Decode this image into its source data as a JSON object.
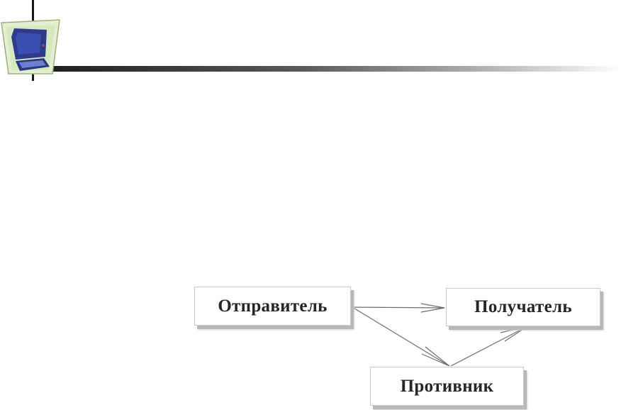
{
  "diagram": {
    "nodes": [
      {
        "id": "sender",
        "label": "Отправитель"
      },
      {
        "id": "receiver",
        "label": "Получатель"
      },
      {
        "id": "adversary",
        "label": "Противник"
      }
    ],
    "edges": [
      {
        "from": "sender",
        "to": "receiver"
      },
      {
        "from": "sender",
        "to": "adversary"
      },
      {
        "from": "adversary",
        "to": "receiver"
      }
    ]
  },
  "colors": {
    "monitor": "#2f3d8f",
    "frame": "#e6f0d6",
    "header_line": "#2a2a2a"
  },
  "icons": [
    "computer-icon"
  ]
}
